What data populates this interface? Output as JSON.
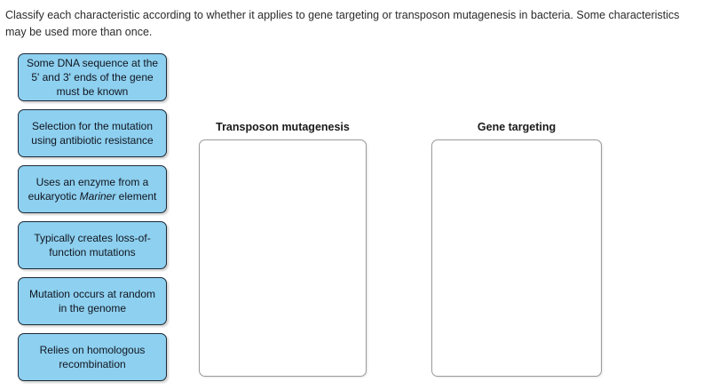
{
  "prompt": "Classify each characteristic according to whether it applies to gene targeting or transposon mutagenesis in bacteria. Some characteristics may be used more than once.",
  "cards": [
    {
      "text": "Some DNA sequence at the 5' and 3' ends of the gene must be known"
    },
    {
      "text": "Selection for the mutation using antibiotic resistance"
    },
    {
      "text_before": "Uses an enzyme from a eukaryotic ",
      "text_italic": "Mariner",
      "text_after": " element"
    },
    {
      "text": "Typically creates loss-of-function mutations"
    },
    {
      "text": "Mutation occurs at random in the genome"
    },
    {
      "text": "Relies on homologous recombination"
    }
  ],
  "drop_zones": [
    {
      "title": "Transposon mutagenesis",
      "items": []
    },
    {
      "title": "Gene targeting",
      "items": []
    }
  ],
  "colors": {
    "card_fill": "#8ed0ef",
    "card_border": "#1d2a3a",
    "box_border": "#9a9a9a",
    "text": "#222222",
    "page_background": "#ffffff"
  }
}
